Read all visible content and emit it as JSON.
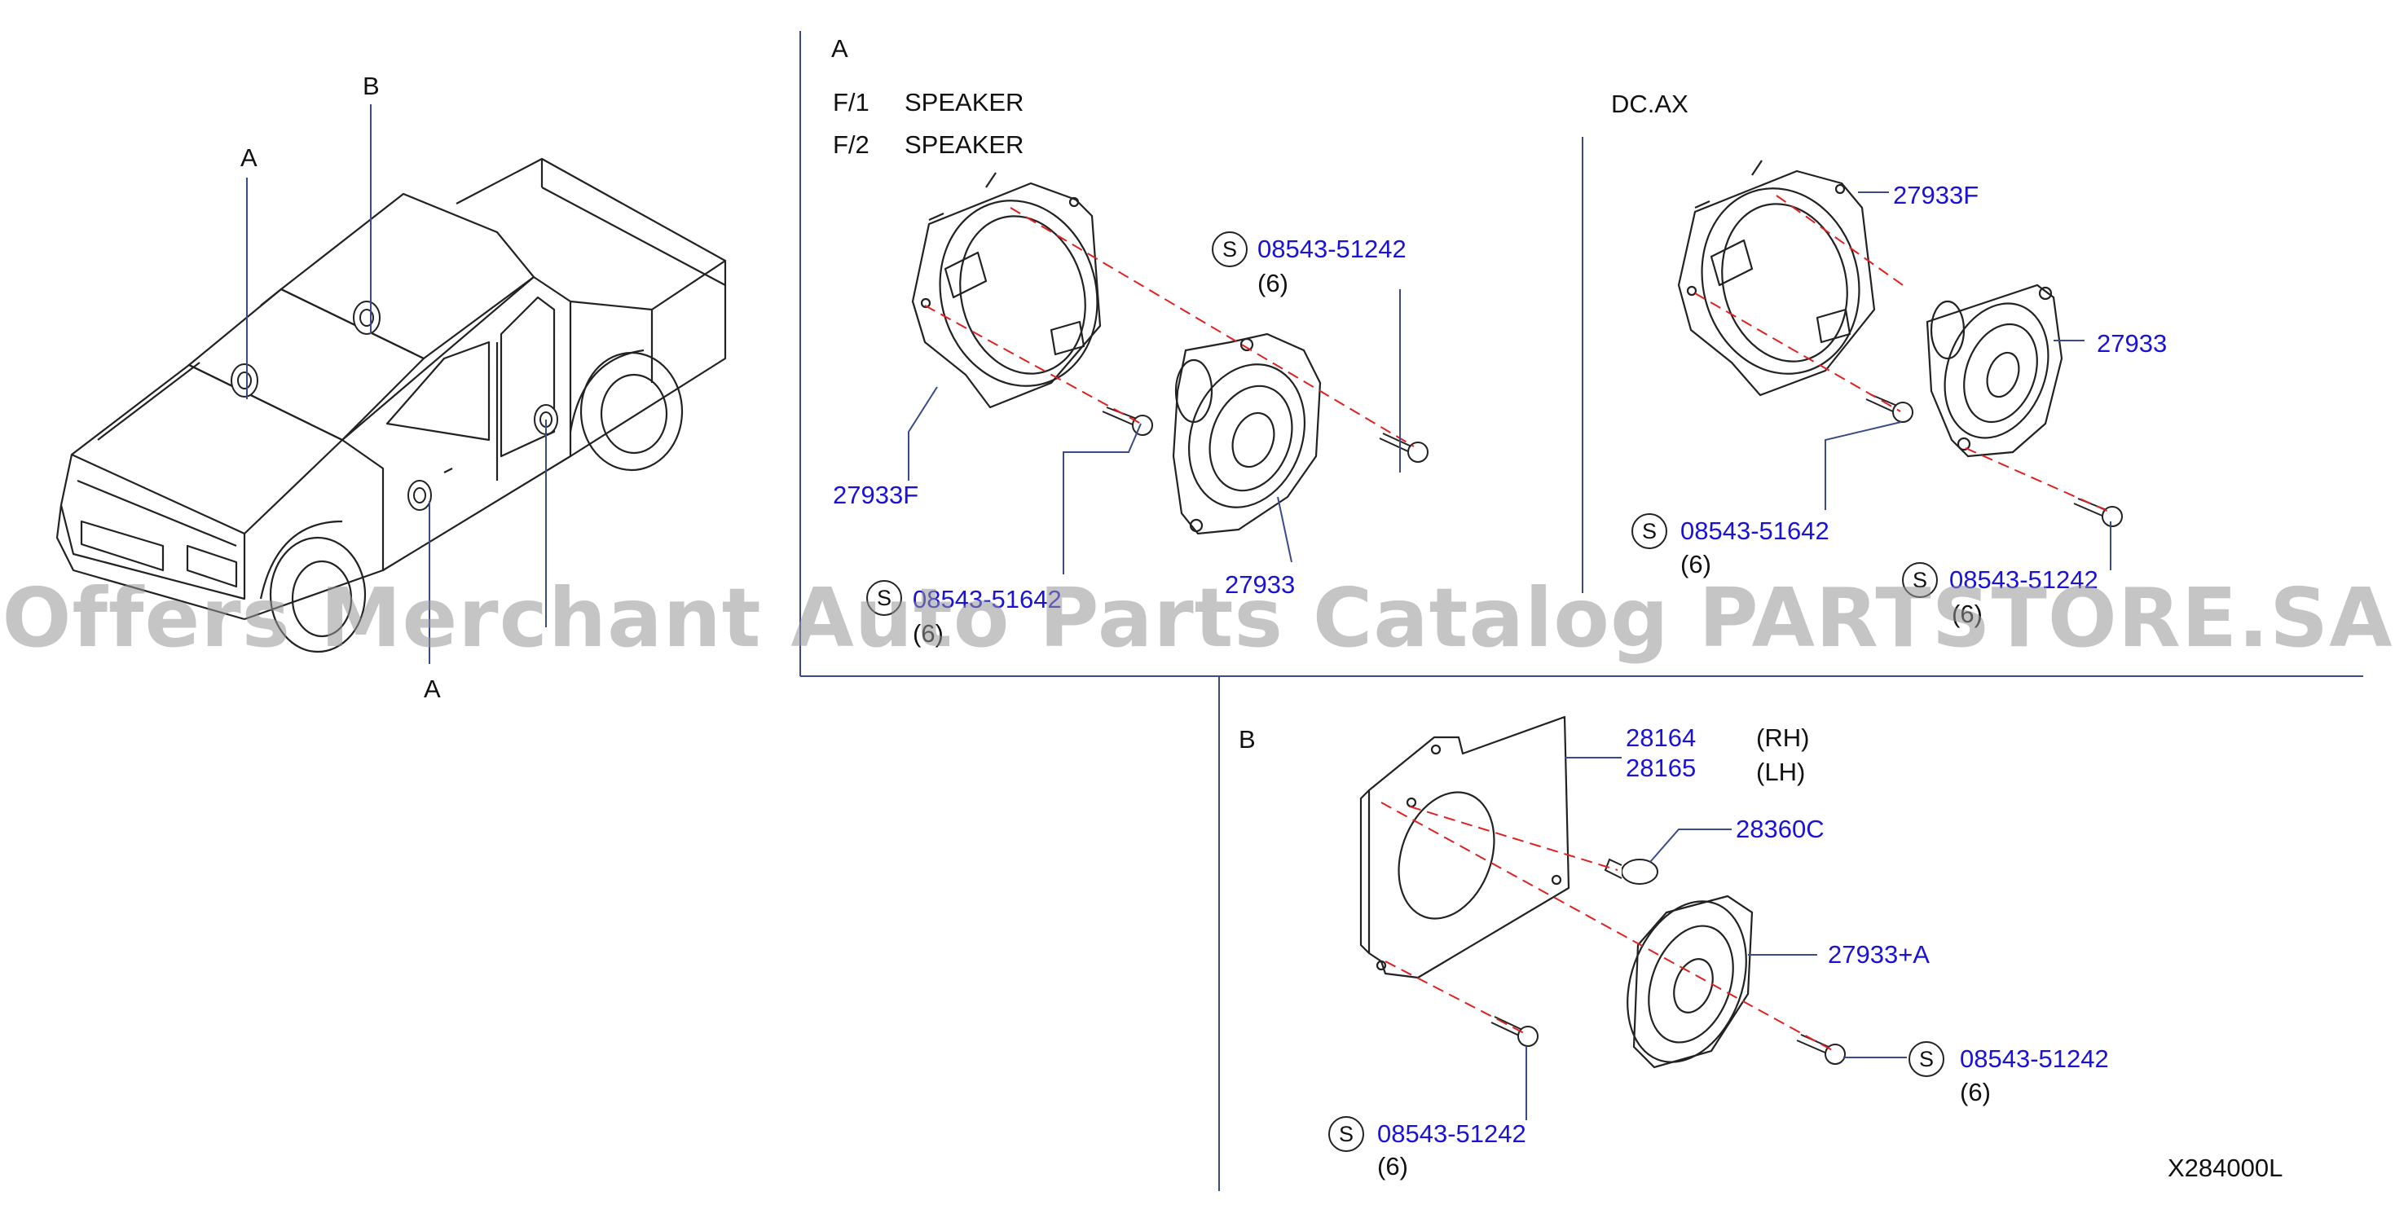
{
  "sections": {
    "car_labels": [
      "A",
      "B",
      "A"
    ],
    "section_a": {
      "title": "A",
      "func_lines": [
        {
          "code": "F/1",
          "name": "SPEAKER"
        },
        {
          "code": "F/2",
          "name": "SPEAKER"
        }
      ],
      "variant_label": "DC.AX"
    },
    "section_b": {
      "title": "B"
    }
  },
  "callouts": {
    "a_ring_left": "27933F",
    "a_screw_top": "08543-51242",
    "a_screw_top_qty": "(6)",
    "a_speaker_left": "27933",
    "a_screw_bottom_left": "08543-51642",
    "a_screw_bottom_left_qty": "(6)",
    "a_ring_right": "27933F",
    "a_speaker_right": "27933",
    "a_screw_right_a": "08543-51642",
    "a_screw_right_a_qty": "(6)",
    "a_screw_right_b": "08543-51242",
    "a_screw_right_b_qty": "(6)",
    "b_bracket_rh": "28164",
    "b_bracket_rh_side": "(RH)",
    "b_bracket_lh": "28165",
    "b_bracket_lh_side": "(LH)",
    "b_clip": "28360C",
    "b_speaker": "27933+A",
    "b_screw_right": "08543-51242",
    "b_screw_right_qty": "(6)",
    "b_screw_bottom": "08543-51242",
    "b_screw_bottom_qty": "(6)"
  },
  "symbol_letter": "S",
  "diagram_code": "X284000L",
  "watermark": "Offers Merchant Auto Parts Catalog PARTSTORE.SA",
  "colors": {
    "part_number": "#1a12d6",
    "leader_dash": "#e02020",
    "line": "#222222"
  }
}
